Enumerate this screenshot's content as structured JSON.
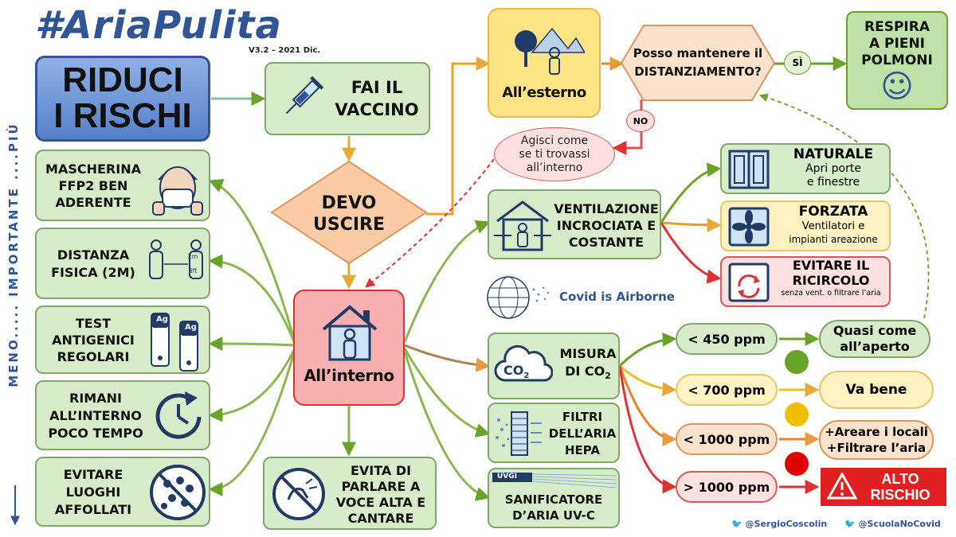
{
  "title": "#AriaPulita",
  "version": "V3.2 – 2021 Dic.",
  "side_label": "MENO..... IMPORTANTE ....PIÙ",
  "main_box": {
    "line1": "RIDUCI",
    "line2": "I RISCHI"
  },
  "vaccine": {
    "line1": "FAI IL",
    "line2": "VACCINO"
  },
  "decision": {
    "line1": "DEVO",
    "line2": "USCIRE"
  },
  "outdoor": {
    "label": "All’esterno"
  },
  "question": {
    "line1": "Posso mantenere il",
    "line2": "DISTANZIAMENTO?"
  },
  "yes_label": "SÌ",
  "no_label": "NO",
  "breathe": {
    "line1": "RESPIRA",
    "line2": "A PIENI",
    "line3": "POLMONI",
    "smiley": "☺"
  },
  "act_inside": {
    "line1": "Agisci come",
    "line2": "se ti trovassi",
    "line3": "all’interno"
  },
  "indoor": {
    "label": "All’interno"
  },
  "left_items": [
    {
      "line1": "MASCHERINA",
      "line2": "FFP2 BEN",
      "line3": "ADERENTE"
    },
    {
      "line1": "DISTANZA",
      "line2": "FISICA (2M)",
      "extra1": "2m",
      "extra2": "6ft"
    },
    {
      "line1": "TEST",
      "line2": "ANTIGENICI",
      "line3": "REGOLARI",
      "extra1": "Ag",
      "extra2": "Ag"
    },
    {
      "line1": "RIMANI",
      "line2": "ALL’INTERNO",
      "line3": "POCO TEMPO"
    },
    {
      "line1": "EVITARE",
      "line2": "LUOGHI",
      "line3": "AFFOLLATI"
    }
  ],
  "avoid_talk": {
    "line1": "EVITA DI",
    "line2": "PARLARE A",
    "line3": "VOCE ALTA E",
    "line4": "CANTARE"
  },
  "ventilation": {
    "line1": "VENTILAZIONE",
    "line2": "INCROCIATA E",
    "line3": "COSTANTE"
  },
  "natural": {
    "title": "NATURALE",
    "line1": "Apri porte",
    "line2": "e finestre"
  },
  "forced": {
    "title": "FORZATA",
    "line1": "Ventilatori e",
    "line2": "impianti areazione"
  },
  "recirc": {
    "line1": "EVITARE IL",
    "line2": "RICIRCOLO",
    "line3": "senza vent. o filtrare l’aria"
  },
  "covid_airborne": "Covid is Airborne",
  "co2": {
    "line1": "MISURA",
    "line2": "DI CO",
    "sub": "2",
    "icon_text": "CO",
    "icon_sub": "2"
  },
  "ppm": [
    {
      "label": "< 450 ppm",
      "result": "Quasi come all’aperto"
    },
    {
      "label": "< 700 ppm",
      "result": "Va bene"
    },
    {
      "label": "< 1000 ppm",
      "result1": "+Areare i locali",
      "result2": "+Filtrare l’aria"
    },
    {
      "label": "> 1000 ppm",
      "result1": "ALTO",
      "result2": "RISCHIO"
    }
  ],
  "hepa": {
    "line1": "FILTRI",
    "line2": "DELL’ARIA",
    "line3": "HEPA"
  },
  "uvc": {
    "tag": "UVGI",
    "line1": "SANIFICATORE",
    "line2": "D’ARIA UV-C"
  },
  "credits": [
    "@SergioCoscolin",
    "@ScuolaNoCovid"
  ],
  "colors": {
    "title_blue": "#2f5597",
    "green_dot": "#6aa32a",
    "yellow_dot": "#f0c000",
    "red_dot": "#e00000",
    "alert_red": "#e02020"
  }
}
